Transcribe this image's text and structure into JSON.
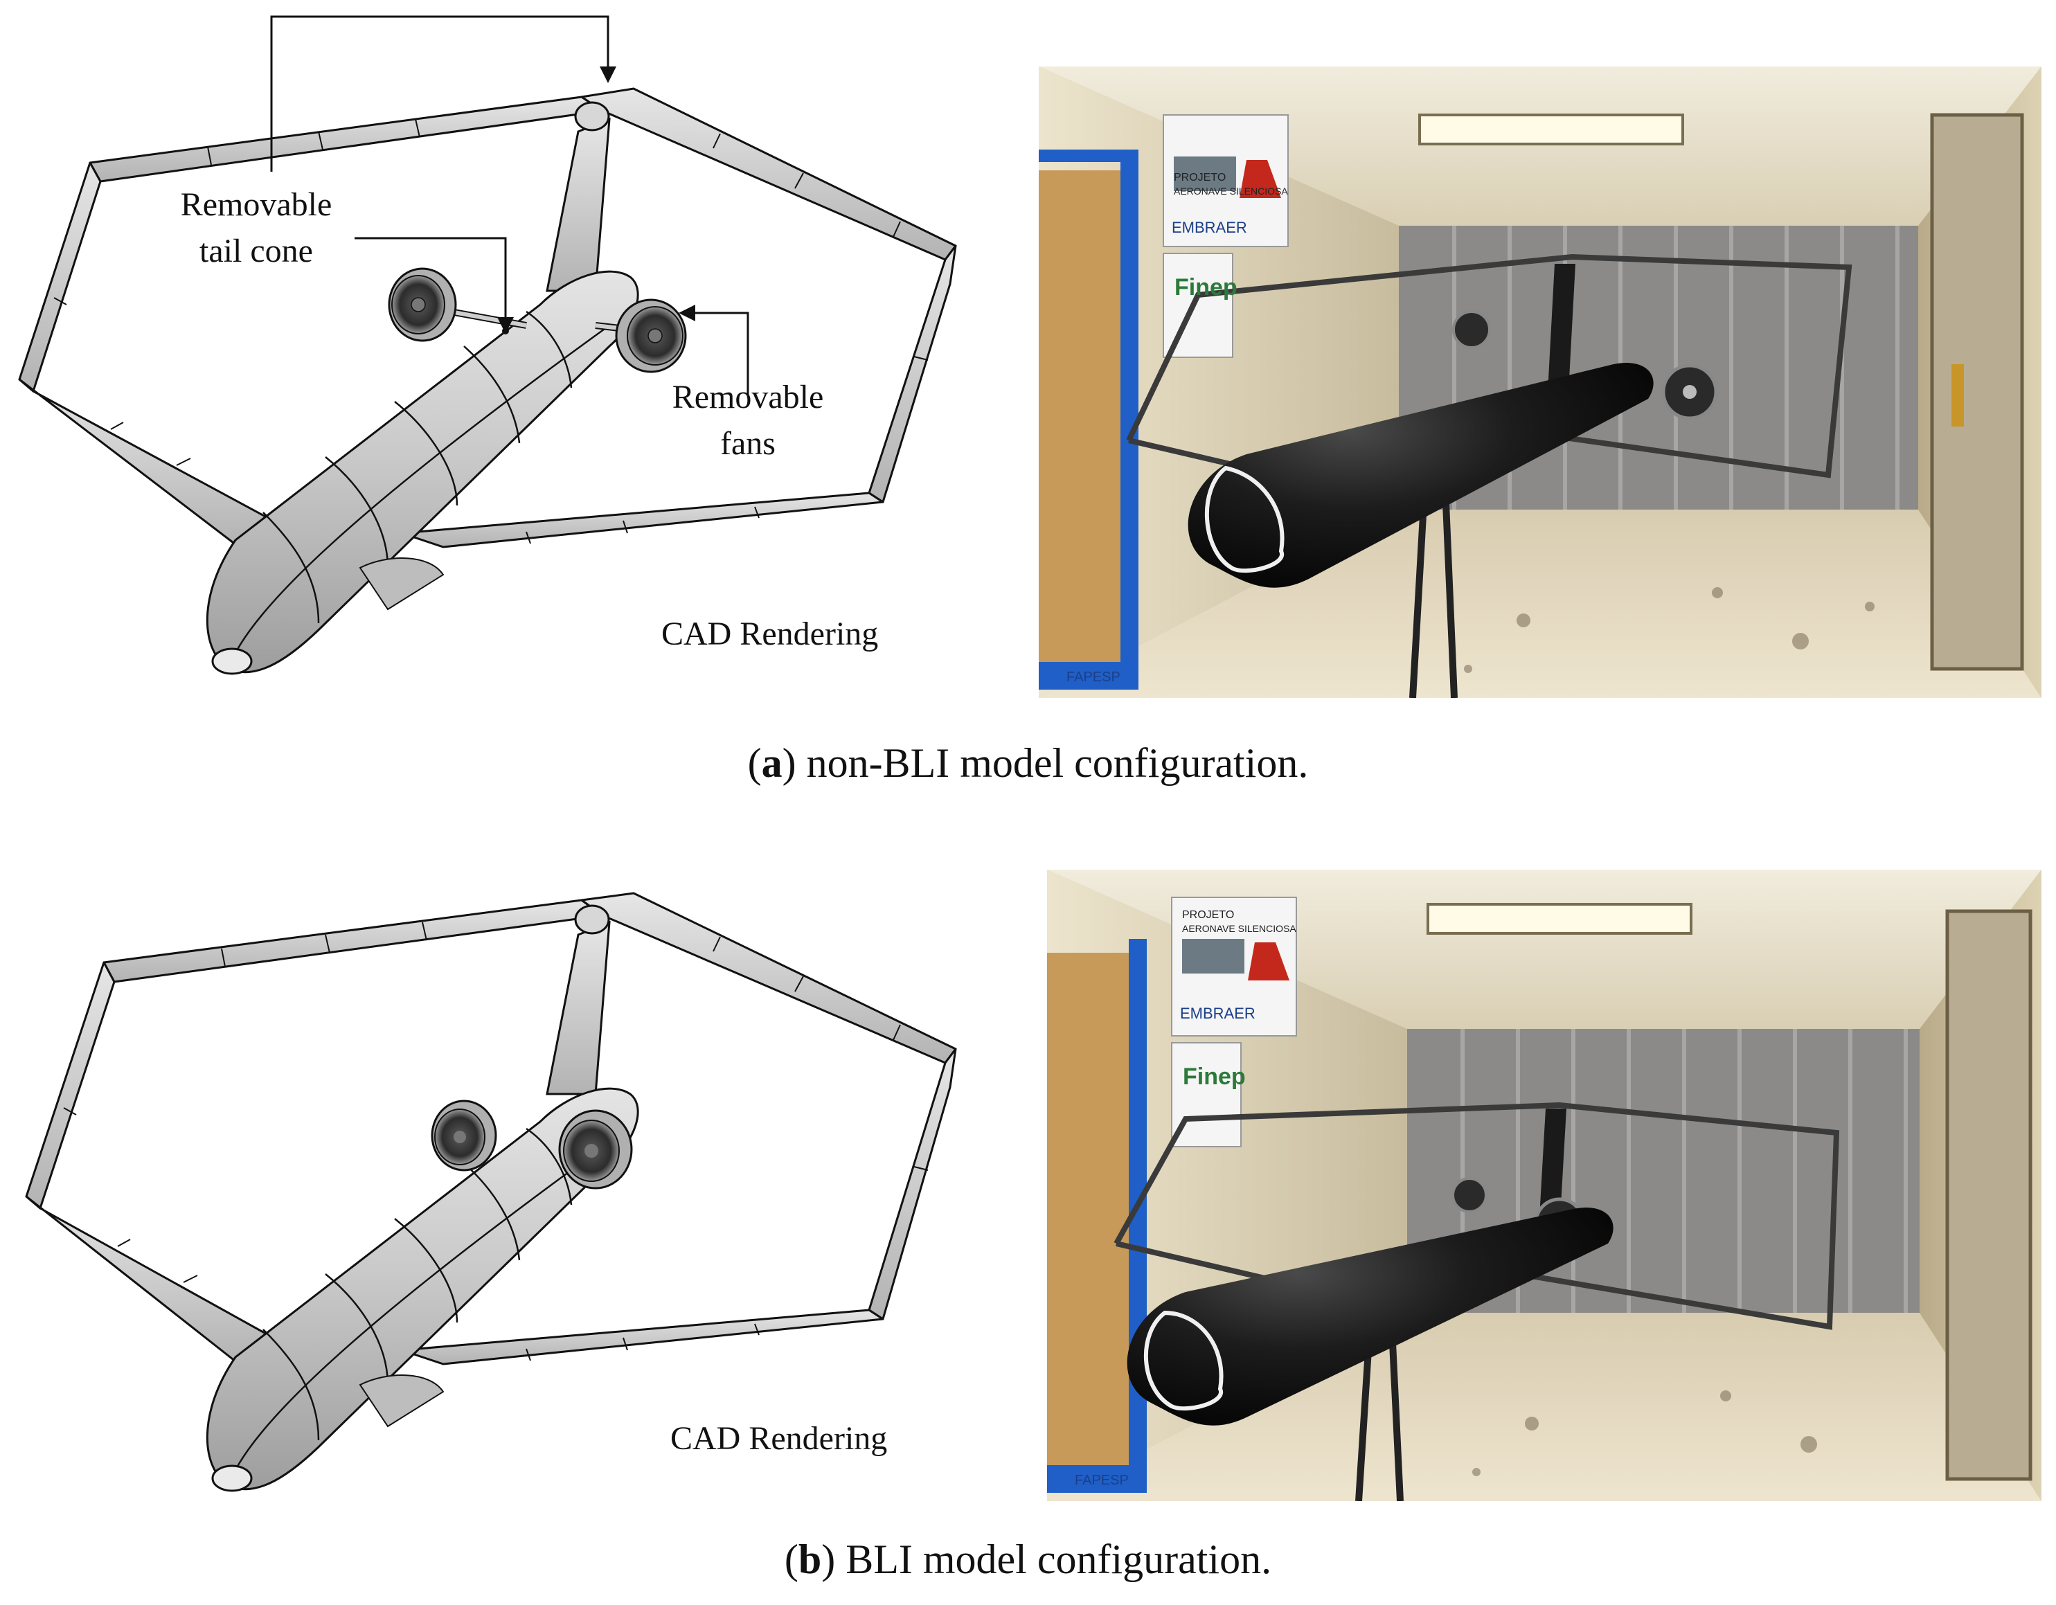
{
  "panel_a": {
    "cad_label": "CAD Rendering",
    "annotations": {
      "tail_cone_line1": "Removable",
      "tail_cone_line2": "tail cone",
      "fans_line1": "Removable",
      "fans_line2": "fans"
    },
    "caption_letter": "a",
    "caption_text": "non-BLI model configuration."
  },
  "panel_b": {
    "cad_label": "CAD Rendering",
    "caption_letter": "b",
    "caption_text": "BLI model configuration."
  },
  "photo_signage": {
    "sign_top_line1": "PROJETO",
    "sign_top_line2": "AERONAVE SILENCIOSA",
    "embraer": "EMBRAER",
    "finep": "Finep",
    "fapesp": "FAPESP"
  },
  "colors": {
    "cad_fill": "#c8c8c8",
    "model_black": "#151515",
    "tunnel_wall": "#e3dcc6",
    "tape_blue": "#1f5fc7"
  }
}
